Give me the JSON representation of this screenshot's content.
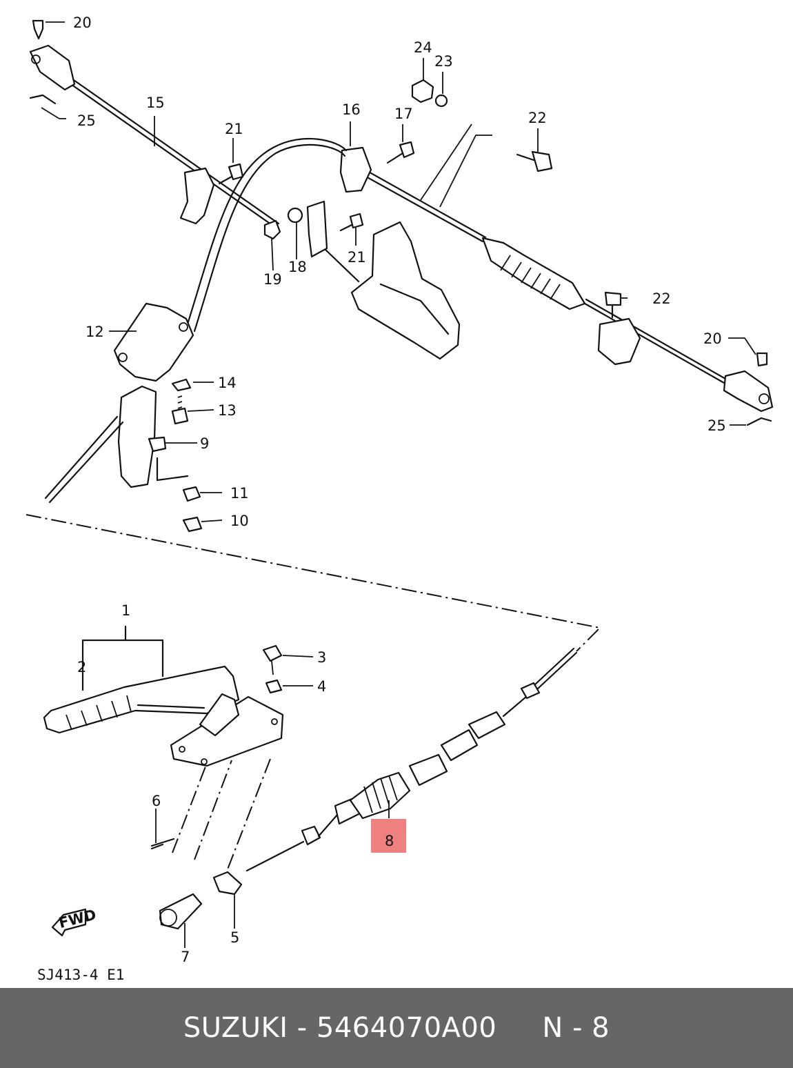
{
  "diagram": {
    "callouts": {
      "c1": "1",
      "c2": "2",
      "c3": "3",
      "c4": "4",
      "c5": "5",
      "c6": "6",
      "c7": "7",
      "c8": "8",
      "c9": "9",
      "c10": "10",
      "c11": "11",
      "c12": "12",
      "c13": "13",
      "c14": "14",
      "c15": "15",
      "c16": "16",
      "c17": "17",
      "c18": "18",
      "c19": "19",
      "c20a": "20",
      "c20b": "20",
      "c21a": "21",
      "c21b": "21",
      "c22a": "22",
      "c22b": "22",
      "c23": "23",
      "c24": "24",
      "c25a": "25",
      "c25b": "25"
    },
    "drawing_code": "SJ413-4 E1",
    "fwd_marker": "FWD",
    "highlight_color": "#f08080"
  },
  "footer": {
    "brand": "SUZUKI",
    "separator": " - ",
    "part_number": "5464070A00",
    "ref": "N - 8",
    "background_color": "#666666"
  }
}
